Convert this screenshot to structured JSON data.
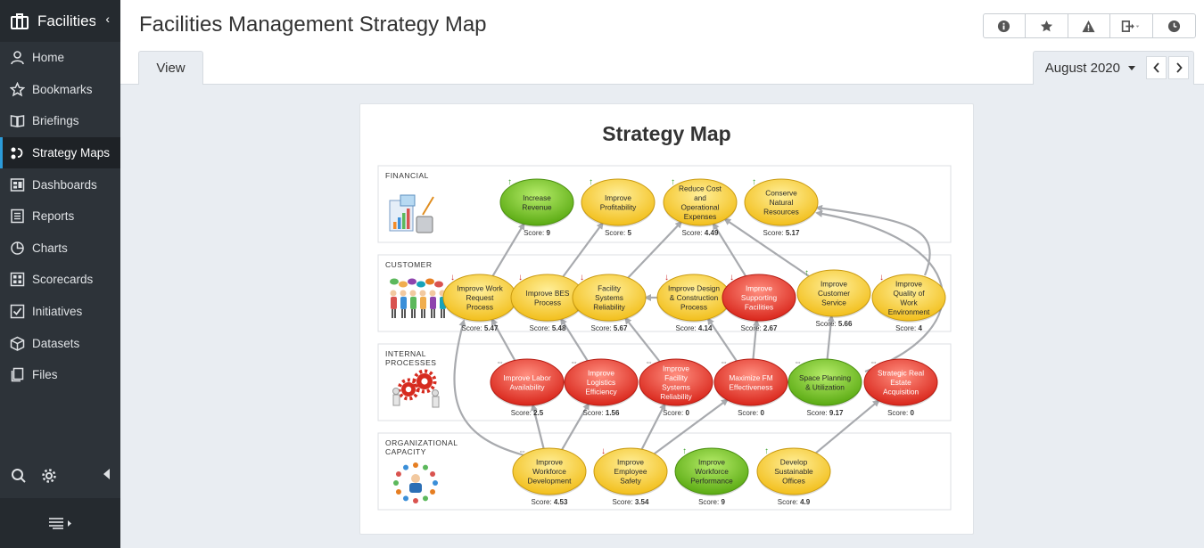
{
  "app": {
    "brand": "Facilities",
    "collapse_glyph": "‹"
  },
  "sidebar": {
    "items": [
      {
        "label": "Home",
        "icon": "user-icon"
      },
      {
        "label": "Bookmarks",
        "icon": "star-icon"
      },
      {
        "label": "Briefings",
        "icon": "book-icon"
      },
      {
        "label": "Strategy Maps",
        "icon": "strategy-map-icon",
        "active": true
      },
      {
        "label": "Dashboards",
        "icon": "dashboard-icon"
      },
      {
        "label": "Reports",
        "icon": "report-icon"
      },
      {
        "label": "Charts",
        "icon": "pie-chart-icon"
      },
      {
        "label": "Scorecards",
        "icon": "scorecard-icon"
      },
      {
        "label": "Initiatives",
        "icon": "checkbox-icon"
      },
      {
        "label": "Datasets",
        "icon": "cube-icon"
      },
      {
        "label": "Files",
        "icon": "files-icon"
      }
    ]
  },
  "header": {
    "title": "Facilities Management Strategy Map",
    "tab_view": "View",
    "period": "August 2020",
    "toolbar": [
      "info-icon",
      "star-icon",
      "warning-icon",
      "export-icon",
      "history-icon"
    ]
  },
  "map": {
    "title": "Strategy Map",
    "score_label": "Score:",
    "colors": {
      "green": "#6cc21a",
      "yellow": "#f7cc30",
      "red": "#e8352b",
      "up_arrow": "#3aa02a",
      "down_arrow": "#cc2222",
      "link": "#a8aaae"
    },
    "perspectives": [
      {
        "id": "financial",
        "name": "FINANCIAL"
      },
      {
        "id": "customer",
        "name": "CUSTOMER"
      },
      {
        "id": "internal",
        "name": "INTERNAL PROCESSES"
      },
      {
        "id": "org",
        "name": "ORGANIZATIONAL CAPACITY"
      }
    ],
    "objectives": [
      {
        "id": "rev",
        "p": "financial",
        "label": "Increase Revenue",
        "score": "9",
        "status": "green",
        "trend": "up"
      },
      {
        "id": "prof",
        "p": "financial",
        "label": "Improve Profitability",
        "score": "5",
        "status": "yellow",
        "trend": "up"
      },
      {
        "id": "cost",
        "p": "financial",
        "label": "Reduce Cost and Operational Expenses",
        "score": "4.49",
        "status": "yellow",
        "trend": "up"
      },
      {
        "id": "cons",
        "p": "financial",
        "label": "Conserve Natural Resources",
        "score": "5.17",
        "status": "yellow",
        "trend": "up"
      },
      {
        "id": "wrp",
        "p": "customer",
        "label": "Improve Work Request Process",
        "score": "5.47",
        "status": "yellow",
        "trend": "down"
      },
      {
        "id": "bes",
        "p": "customer",
        "label": "Improve BES Process",
        "score": "5.48",
        "status": "yellow",
        "trend": "down"
      },
      {
        "id": "fsr",
        "p": "customer",
        "label": "Facility Systems Reliability",
        "score": "5.67",
        "status": "yellow",
        "trend": "down"
      },
      {
        "id": "dcp",
        "p": "customer",
        "label": "Improve Design & Construction Process",
        "score": "4.14",
        "status": "yellow",
        "trend": "down"
      },
      {
        "id": "sup",
        "p": "customer",
        "label": "Improve Supporting Facilities",
        "score": "2.67",
        "status": "red",
        "trend": "down"
      },
      {
        "id": "cs",
        "p": "customer",
        "label": "Improve Customer Service",
        "score": "5.66",
        "status": "yellow",
        "trend": "up"
      },
      {
        "id": "qwe",
        "p": "customer",
        "label": "Improve Quality of Work Environment",
        "score": "4",
        "status": "yellow",
        "trend": "down"
      },
      {
        "id": "lab",
        "p": "internal",
        "label": "Improve Labor Availability",
        "score": "2.5",
        "status": "red",
        "trend": "flat"
      },
      {
        "id": "log",
        "p": "internal",
        "label": "Improve Logistics Efficiency",
        "score": "1.56",
        "status": "red",
        "trend": "flat"
      },
      {
        "id": "ifs",
        "p": "internal",
        "label": "Improve Facility Systems Reliability",
        "score": "0",
        "status": "red",
        "trend": "flat"
      },
      {
        "id": "fme",
        "p": "internal",
        "label": "Maximize FM Effectiveness",
        "score": "0",
        "status": "red",
        "trend": "flat"
      },
      {
        "id": "spu",
        "p": "internal",
        "label": "Space Planning & Utilization",
        "score": "9.17",
        "status": "green",
        "trend": "flat"
      },
      {
        "id": "sre",
        "p": "internal",
        "label": "Strategic Real Estate Acquisition",
        "score": "0",
        "status": "red",
        "trend": "flat"
      },
      {
        "id": "wfd",
        "p": "org",
        "label": "Improve Workforce Development",
        "score": "4.53",
        "status": "yellow",
        "trend": "flat"
      },
      {
        "id": "ems",
        "p": "org",
        "label": "Improve Employee Safety",
        "score": "3.54",
        "status": "yellow",
        "trend": "down"
      },
      {
        "id": "wfp",
        "p": "org",
        "label": "Improve Workforce Performance",
        "score": "9",
        "status": "green",
        "trend": "up"
      },
      {
        "id": "dso",
        "p": "org",
        "label": "Develop Sustainable Offices",
        "score": "4.9",
        "status": "yellow",
        "trend": "up"
      }
    ],
    "links": [
      [
        "wrp",
        "rev"
      ],
      [
        "bes",
        "prof"
      ],
      [
        "fsr",
        "cost"
      ],
      [
        "sup",
        "cost"
      ],
      [
        "cs",
        "cost"
      ],
      [
        "qwe",
        "cons"
      ],
      [
        "dcp",
        "fsr"
      ],
      [
        "lab",
        "wrp"
      ],
      [
        "log",
        "bes"
      ],
      [
        "ifs",
        "fsr"
      ],
      [
        "fme",
        "sup"
      ],
      [
        "fme",
        "dcp"
      ],
      [
        "spu",
        "cs"
      ],
      [
        "sre",
        "cons"
      ],
      [
        "wfd",
        "lab"
      ],
      [
        "wfd",
        "log"
      ],
      [
        "ems",
        "ifs"
      ],
      [
        "ems",
        "fme"
      ],
      [
        "dso",
        "sre"
      ],
      [
        "wfd",
        "wrp"
      ]
    ]
  }
}
